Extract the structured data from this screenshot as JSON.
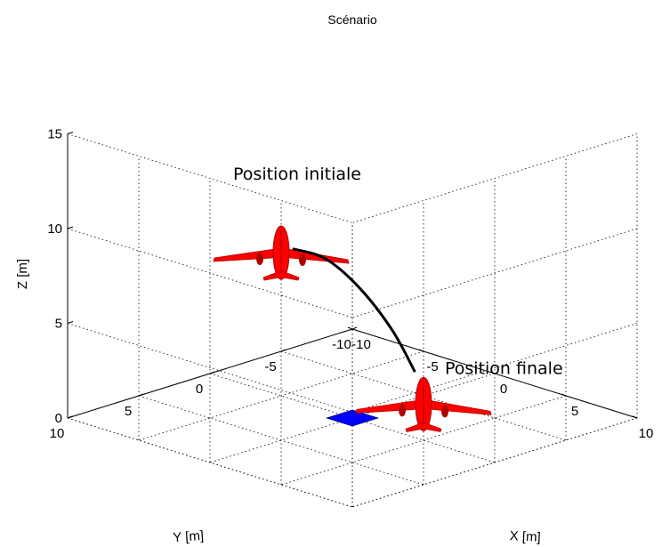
{
  "chart_data": {
    "type": "scatter3d",
    "title": "Scénario",
    "xlabel": "X [m]",
    "ylabel": "Y [m]",
    "zlabel": "Z [m]",
    "xlim": [
      -10,
      10
    ],
    "ylim": [
      -10,
      10
    ],
    "zlim": [
      0,
      15
    ],
    "xticks": [
      "-10",
      "-5",
      "0",
      "5",
      "10"
    ],
    "yticks": [
      "-10",
      "-5",
      "0",
      "5",
      "10"
    ],
    "zticks": [
      "0",
      "5",
      "10",
      "15"
    ],
    "grid": true,
    "landing_pad": {
      "x": 0,
      "y": 0,
      "z": 0,
      "color": "#0000ff"
    },
    "aircraft_color": "#ff0000",
    "trajectory_color": "#000000",
    "aircraft": [
      {
        "label": "Position initiale",
        "x": 0,
        "y": 5,
        "z": 10
      },
      {
        "label": "Position finale",
        "x": 5,
        "y": 0,
        "z": 2
      }
    ],
    "trajectory": [
      {
        "x": 0.6,
        "y": 4.8,
        "z": 10.2
      },
      {
        "x": 2.0,
        "y": 3.9,
        "z": 9.8
      },
      {
        "x": 3.3,
        "y": 2.8,
        "z": 8.3
      },
      {
        "x": 4.3,
        "y": 1.5,
        "z": 6.0
      },
      {
        "x": 4.9,
        "y": 0.5,
        "z": 3.7
      }
    ]
  }
}
